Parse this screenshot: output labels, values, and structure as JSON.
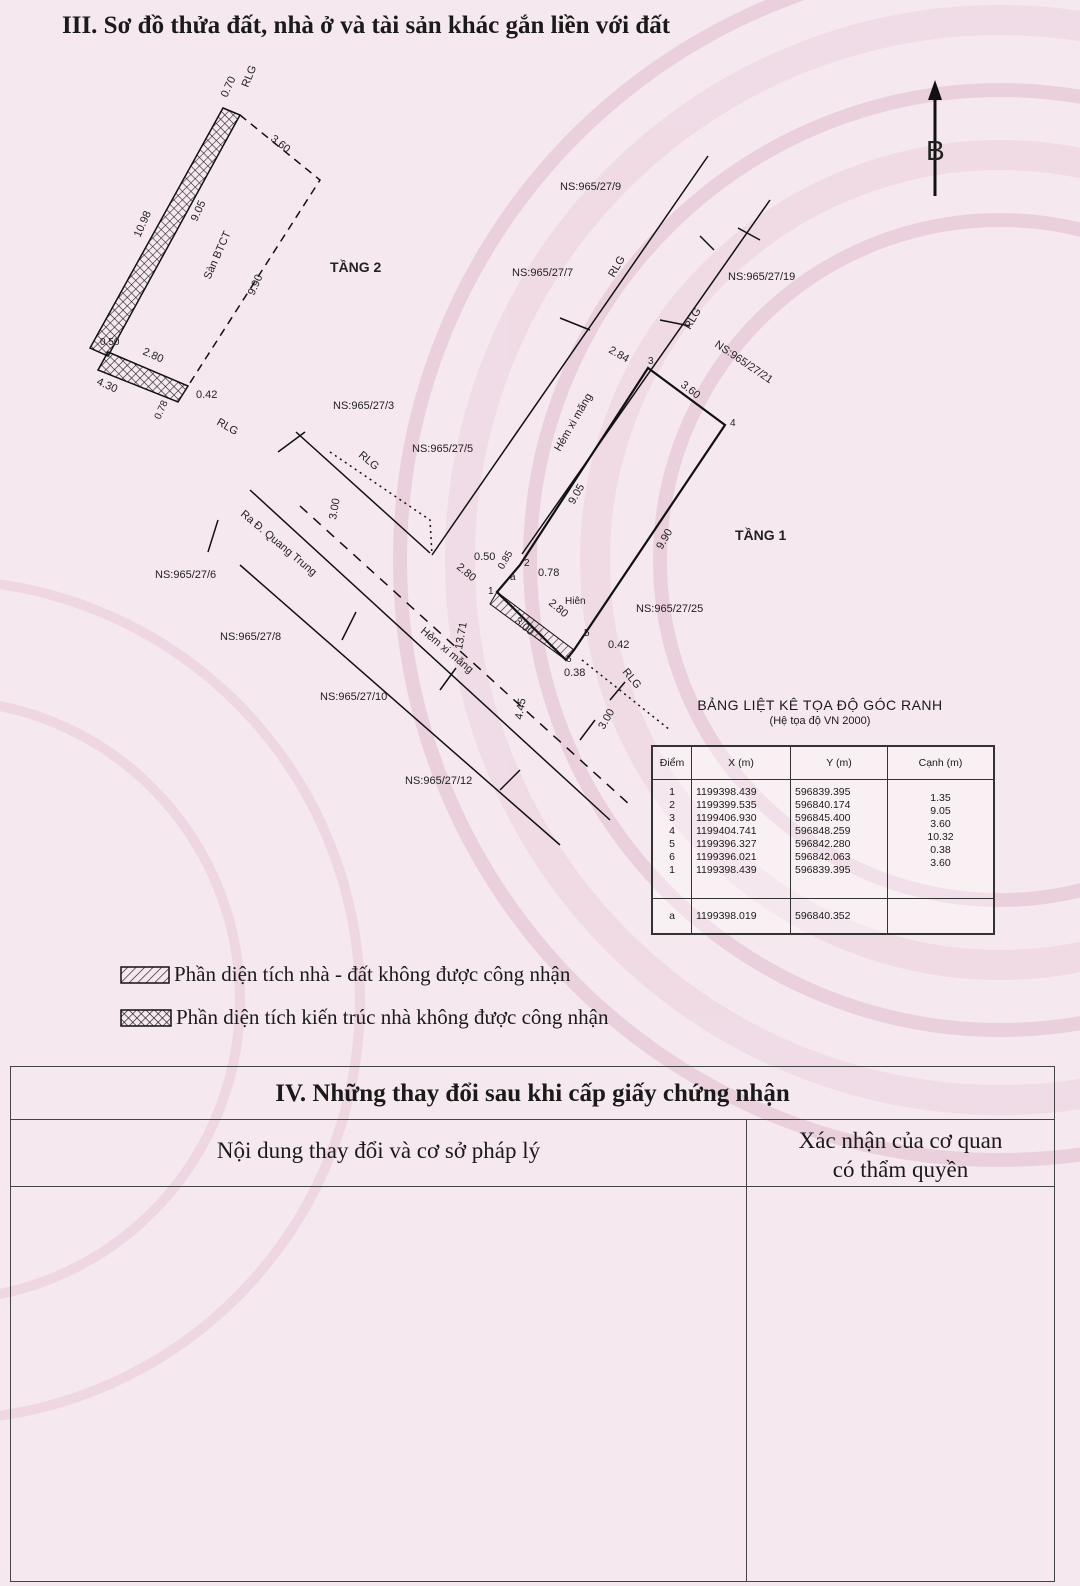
{
  "section3": {
    "title": "III. Sơ đồ thửa đất, nhà ở và tài sản khác gắn liền với đất"
  },
  "diagram": {
    "north_label": "B",
    "floor2_label": "TẦNG 2",
    "floor1_label": "TẦNG 1",
    "san_btct": "Sàn BTCT",
    "hem_xi_mang": "Hẻm xi măng",
    "ra_quang_trung": "Ra Đ. Quang Trung",
    "hien": "Hiên",
    "rlg": "RLG",
    "neighbors": [
      "NS:965/27/9",
      "NS:965/27/7",
      "NS:965/27/19",
      "NS:965/27/21",
      "NS:965/27/3",
      "NS:965/27/5",
      "NS:965/27/6",
      "NS:965/27/8",
      "NS:965/27/10",
      "NS:965/27/12",
      "NS:965/27/25"
    ],
    "dims_floor2": [
      "0.70",
      "3.60",
      "10.98",
      "9.05",
      "9.90",
      "2.80",
      "4.30",
      "0.42",
      "0.78",
      "0.50"
    ],
    "dims_floor1": [
      "2.84",
      "3.60",
      "9.05",
      "9.90",
      "0.50",
      "0.85",
      "0.78",
      "2.80",
      "2.80",
      "3.00",
      "0.42",
      "0.38",
      "3.00",
      "13.71",
      "4.45",
      "3.00"
    ],
    "points": [
      "1",
      "2",
      "3",
      "4",
      "5",
      "6",
      "a"
    ]
  },
  "coord_table": {
    "title": "BẢNG LIỆT KÊ TỌA ĐỘ GÓC RANH",
    "subtitle": "(Hệ tọa độ VN 2000)",
    "headers": [
      "Điểm",
      "X (m)",
      "Y (m)",
      "Cạnh (m)"
    ],
    "rows": [
      {
        "diem": "1",
        "x": "1199398.439",
        "y": "596839.395"
      },
      {
        "diem": "2",
        "x": "1199399.535",
        "y": "596840.174"
      },
      {
        "diem": "3",
        "x": "1199406.930",
        "y": "596845.400"
      },
      {
        "diem": "4",
        "x": "1199404.741",
        "y": "596848.259"
      },
      {
        "diem": "5",
        "x": "1199396.327",
        "y": "596842.280"
      },
      {
        "diem": "6",
        "x": "1199396.021",
        "y": "596842.063"
      },
      {
        "diem": "1",
        "x": "1199398.439",
        "y": "596839.395"
      }
    ],
    "edges": [
      "1.35",
      "9.05",
      "3.60",
      "10.32",
      "0.38",
      "3.60"
    ],
    "extra": {
      "diem": "a",
      "x": "1199398.019",
      "y": "596840.352"
    }
  },
  "legend": {
    "item1": "Phần diện tích nhà - đất không được công nhận",
    "item2": "Phần diện tích kiến trúc nhà không được công nhận"
  },
  "section4": {
    "title": "IV. Những thay đổi sau khi cấp giấy chứng nhận",
    "col_left": "Nội dung thay đổi và cơ sở pháp lý",
    "col_right_line1": "Xác nhận của cơ quan",
    "col_right_line2": "có thẩm quyền"
  },
  "colors": {
    "background": "#f6e8ef",
    "rosette": "#e9c9d8",
    "ink": "#1a1a1a"
  }
}
